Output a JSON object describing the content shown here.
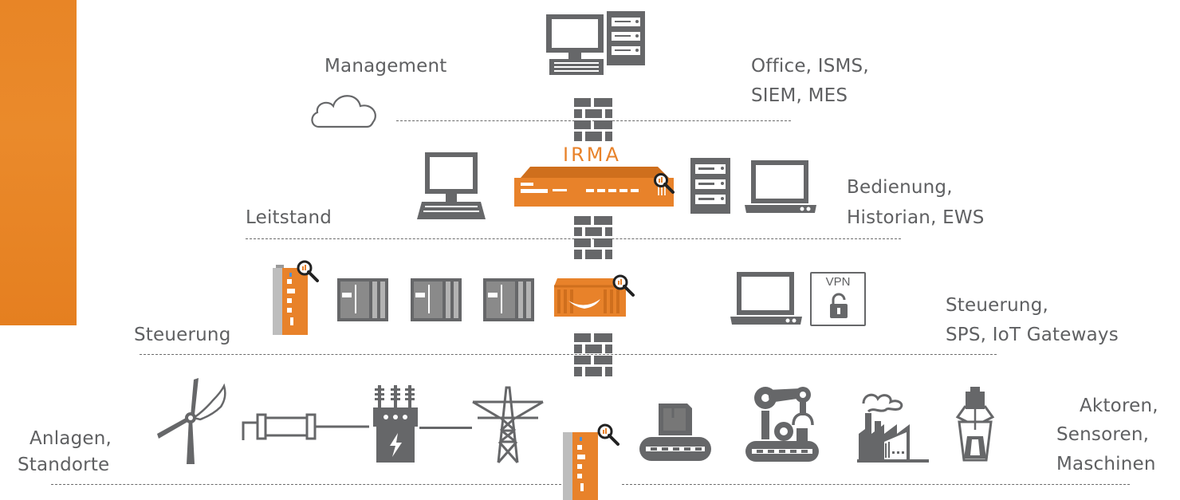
{
  "brand": {
    "accent": "#e8822a",
    "icon_gray": "#666769",
    "logo_text": "IRMA"
  },
  "levels": {
    "management": {
      "left_label": "Management",
      "right_label_1": "Office, ISMS,",
      "right_label_2": "SIEM, MES"
    },
    "leitstand": {
      "left_label": "Leitstand",
      "right_label_1": "Bedienung,",
      "right_label_2": "Historian, EWS"
    },
    "steuerung": {
      "left_label": "Steuerung",
      "right_label_1": "Steuerung,",
      "right_label_2": "SPS, IoT Gateways",
      "vpn_label": "VPN"
    },
    "anlagen": {
      "left_label_1": "Anlagen,",
      "left_label_2": "Standorte",
      "right_label_1": "Aktoren,",
      "right_label_2": "Sensoren,",
      "right_label_3": "Maschinen"
    }
  }
}
